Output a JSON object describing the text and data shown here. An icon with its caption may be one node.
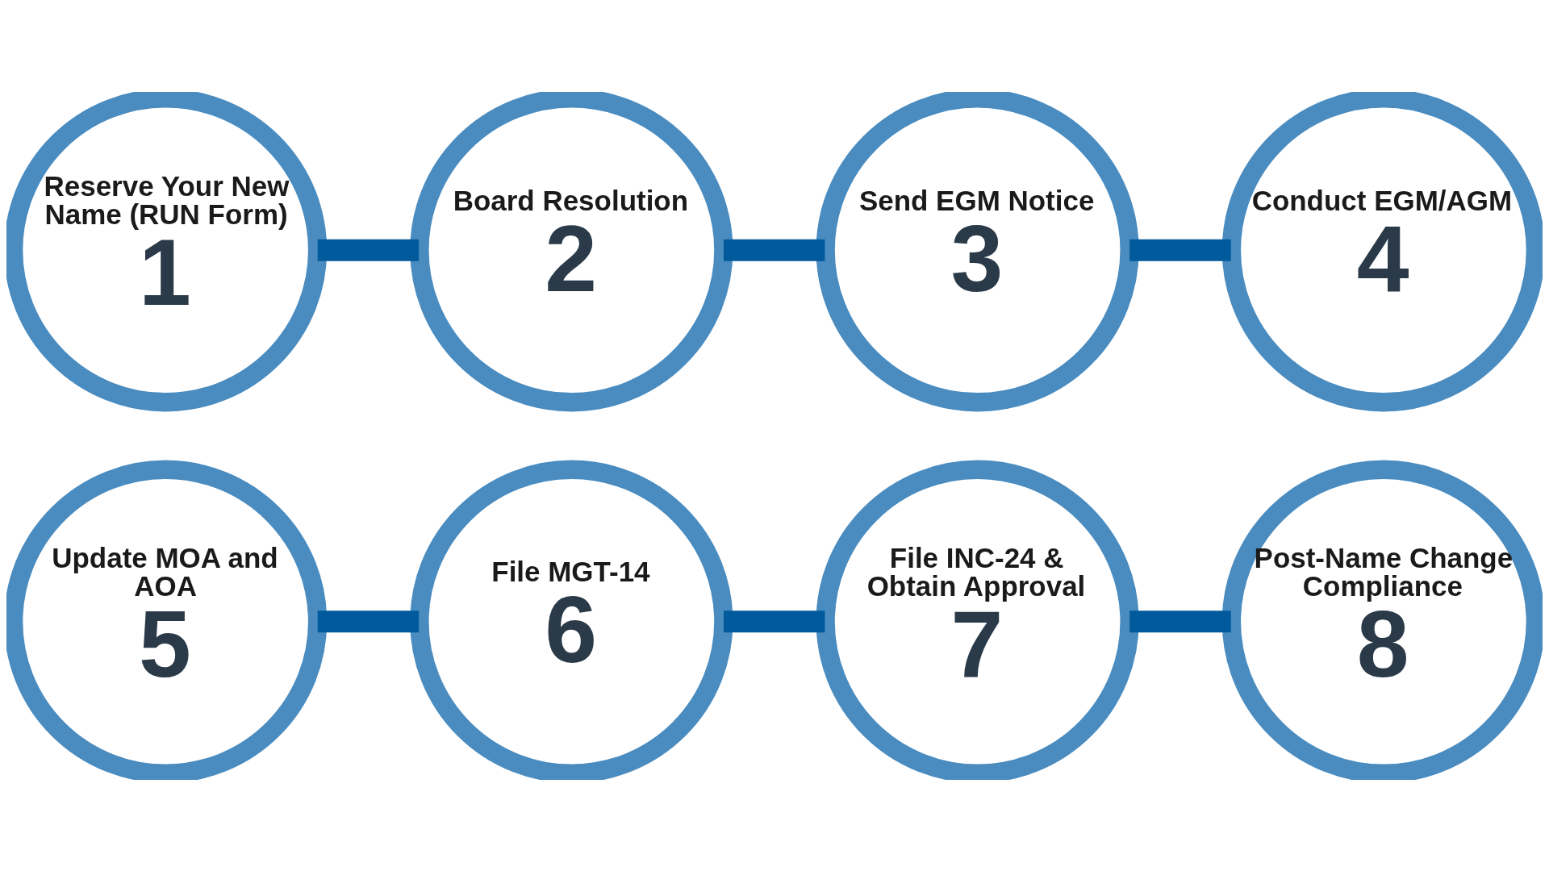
{
  "diagram": {
    "nodes": [
      {
        "text": [
          "Reserve Your New Name (RUN Form)",
          "1"
        ]
      },
      {
        "text": [
          "Board Resolution",
          "2"
        ]
      },
      {
        "text": [
          "Send EGM Notice",
          "3"
        ]
      },
      {
        "text": [
          "Conduct EGM/AGM",
          "4"
        ]
      },
      {
        "text": [
          "Update MOA and AOA",
          "5"
        ]
      },
      {
        "text": [
          "File MGT-14",
          "6"
        ]
      },
      {
        "text": [
          "File INC-24 & Obtain Approval",
          "7"
        ]
      },
      {
        "text": [
          "Post-Name Change Compliance",
          "8"
        ]
      }
    ],
    "edges": [
      {
        "from": 0,
        "to": 1,
        "arrow": "none"
      },
      {
        "from": 1,
        "to": 2,
        "arrow": "none"
      },
      {
        "from": 2,
        "to": 3,
        "arrow": "none"
      },
      {
        "from": 4,
        "to": 5,
        "arrow": "none"
      },
      {
        "from": 5,
        "to": 6,
        "arrow": "none"
      },
      {
        "from": 6,
        "to": 7,
        "arrow": "none"
      }
    ]
  }
}
